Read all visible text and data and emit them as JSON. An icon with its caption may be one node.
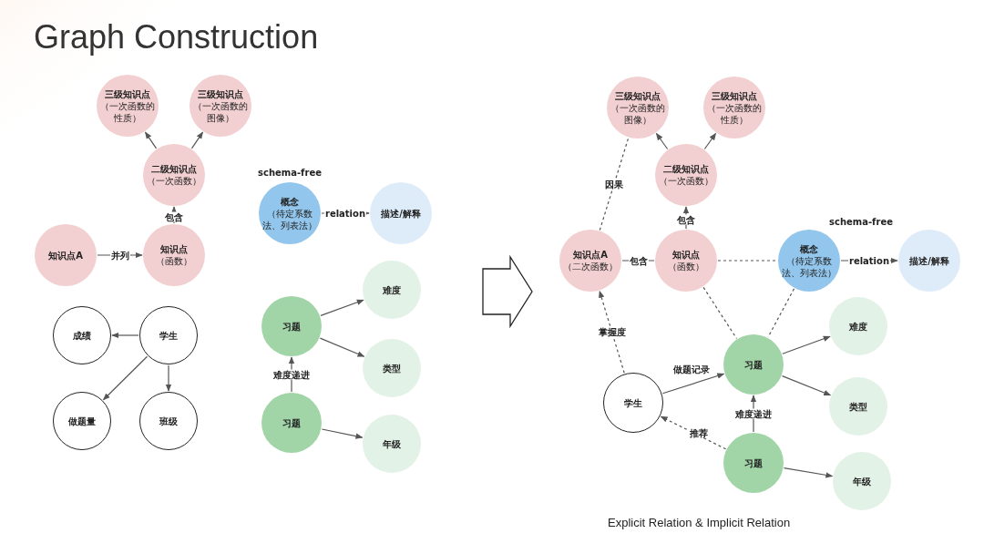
{
  "diagram": {
    "title": "Graph Construction",
    "caption": "Explicit Relation & Implicit Relation",
    "nodes": [
      {
        "text": [
          "三级知识点",
          "（一次函数的性质）"
        ]
      },
      {
        "text": [
          "三级知识点",
          "（一次函数的图像）"
        ]
      },
      {
        "text": [
          "二级知识点",
          "（一次函数）"
        ]
      },
      {
        "text": [
          "知识点A"
        ]
      },
      {
        "text": [
          "知识点",
          "（函数）"
        ]
      },
      {
        "text": [
          "成绩"
        ]
      },
      {
        "text": [
          "学生"
        ]
      },
      {
        "text": [
          "做题量"
        ]
      },
      {
        "text": [
          "班级"
        ]
      },
      {
        "text": [
          "概念",
          "（待定系数法、列表法）"
        ]
      },
      {
        "text": [
          "描述/解释"
        ]
      },
      {
        "text": [
          "难度"
        ]
      },
      {
        "text": [
          "习题"
        ]
      },
      {
        "text": [
          "类型"
        ]
      },
      {
        "text": [
          "习题"
        ]
      },
      {
        "text": [
          "年级"
        ]
      },
      {
        "text": [
          "三级知识点",
          "（一次函数的图像）"
        ]
      },
      {
        "text": [
          "三级知识点",
          "（一次函数的性质）"
        ]
      },
      {
        "text": [
          "二级知识点",
          "（一次函数）"
        ]
      },
      {
        "text": [
          "知识点A",
          "（二次函数）"
        ]
      },
      {
        "text": [
          "知识点",
          "（函数）"
        ]
      },
      {
        "text": [
          "概念",
          "（待定系数法、列表法）"
        ]
      },
      {
        "text": [
          "描述/解释"
        ]
      },
      {
        "text": [
          "难度"
        ]
      },
      {
        "text": [
          "习题"
        ]
      },
      {
        "text": [
          "学生"
        ]
      },
      {
        "text": [
          "类型"
        ]
      },
      {
        "text": [
          "习题"
        ]
      },
      {
        "text": [
          "年级"
        ]
      }
    ],
    "edges": [
      {
        "from": 2,
        "to": 0,
        "arrow": "to"
      },
      {
        "from": 2,
        "to": 1,
        "arrow": "to"
      },
      {
        "from": 4,
        "to": 2,
        "arrow": "to",
        "label": "包含"
      },
      {
        "from": 3,
        "to": 4,
        "arrow": "to",
        "label": "并列"
      },
      {
        "from": 6,
        "to": 5,
        "arrow": "to"
      },
      {
        "from": 6,
        "to": 7,
        "arrow": "to"
      },
      {
        "from": 6,
        "to": 8,
        "arrow": "to"
      },
      {
        "from": 9,
        "to": 10,
        "arrow": "to",
        "label": "relation"
      },
      {
        "from": 12,
        "to": 11,
        "arrow": "to"
      },
      {
        "from": 12,
        "to": 13,
        "arrow": "to"
      },
      {
        "from": 14,
        "to": 12,
        "arrow": "to",
        "label": "难度递进"
      },
      {
        "from": 14,
        "to": 15,
        "arrow": "to"
      },
      {
        "from": 18,
        "to": 16,
        "arrow": "to"
      },
      {
        "from": 18,
        "to": 17,
        "arrow": "to"
      },
      {
        "from": 20,
        "to": 18,
        "arrow": "to",
        "label": "包含"
      },
      {
        "from": 19,
        "to": 20,
        "arrow": "none",
        "label": "包含"
      },
      {
        "from": 19,
        "to": 16,
        "arrow": "none",
        "label": "因果",
        "style": "dashed"
      },
      {
        "from": 20,
        "to": 21,
        "arrow": "none",
        "style": "dashed"
      },
      {
        "from": 21,
        "to": 22,
        "arrow": "to",
        "label": "relation"
      },
      {
        "from": 20,
        "to": 24,
        "arrow": "none",
        "style": "dashed"
      },
      {
        "from": 21,
        "to": 24,
        "arrow": "none",
        "style": "dashed"
      },
      {
        "from": 25,
        "to": 19,
        "arrow": "to",
        "label": "掌握度",
        "style": "dashed"
      },
      {
        "from": 25,
        "to": 24,
        "arrow": "to",
        "label": "做题记录"
      },
      {
        "from": 27,
        "to": 25,
        "arrow": "to",
        "label": "推荐",
        "style": "dashed"
      },
      {
        "from": 27,
        "to": 24,
        "arrow": "to",
        "label": "难度递进"
      },
      {
        "from": 24,
        "to": 23,
        "arrow": "to"
      },
      {
        "from": 24,
        "to": 26,
        "arrow": "to"
      },
      {
        "from": 27,
        "to": 28,
        "arrow": "to"
      }
    ],
    "labels": [
      "schema-free",
      "schema-free"
    ]
  }
}
